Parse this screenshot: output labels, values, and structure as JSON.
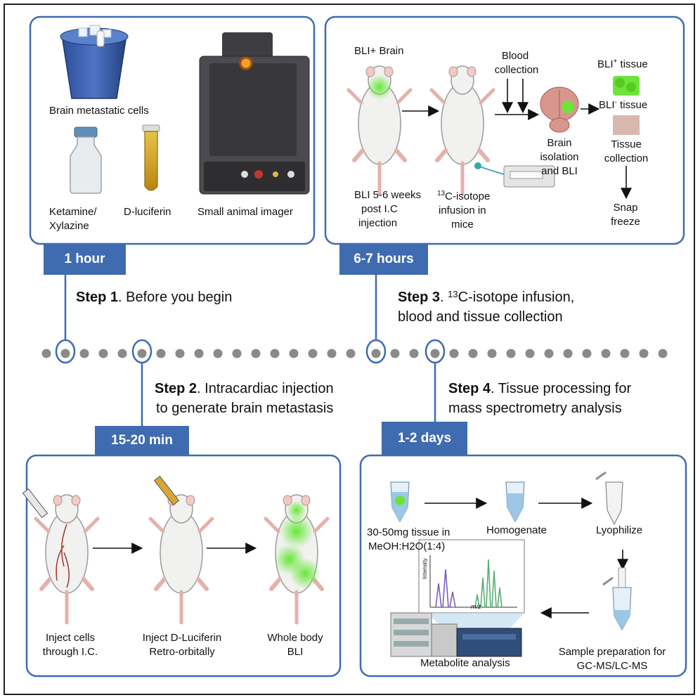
{
  "panel1": {
    "label_cells": "Brain metastatic cells",
    "label_ketamine_1": "Ketamine/",
    "label_ketamine_2": "Xylazine",
    "label_luciferin": "D-luciferin",
    "label_imager": "Small animal imager",
    "duration": "1 hour"
  },
  "panel2": {
    "label_bli_brain": "BLI+ Brain",
    "label_bli_weeks_1": "BLI 5-6 weeks",
    "label_bli_weeks_2": "post I.C",
    "label_bli_weeks_3": "injection",
    "label_blood_1": "Blood",
    "label_blood_2": "collection",
    "label_isotope_sup": "13",
    "label_isotope_1": "C-isotope",
    "label_isotope_2": "infusion in",
    "label_isotope_3": "mice",
    "label_brain_1": "Brain",
    "label_brain_2": "isolation",
    "label_brain_3": "and BLI",
    "label_bli_pos": "BLI",
    "label_bli_pos_sup": "+",
    "label_bli_pos_rest": " tissue",
    "label_bli_neg": "BLI",
    "label_bli_neg_sup": "-",
    "label_bli_neg_rest": " tissue",
    "label_tissue_1": "Tissue",
    "label_tissue_2": "collection",
    "label_snap_1": "Snap",
    "label_snap_2": "freeze",
    "duration": "6-7 hours"
  },
  "steps": {
    "s1_bold": "Step 1",
    "s1_text": ". Before you begin",
    "s2_bold": "Step 2",
    "s2_text_1": ". Intracardiac injection",
    "s2_text_2": "to generate brain metastasis",
    "s3_bold": "Step 3",
    "s3_text_1a": ". ",
    "s3_sup": "13",
    "s3_text_1b": "C-isotope infusion,",
    "s3_text_2": "blood and tissue collection",
    "s4_bold": "Step 4",
    "s4_text_1": ". Tissue processing for",
    "s4_text_2": "mass spectrometry analysis"
  },
  "panel3": {
    "duration": "15-20 min",
    "label_inject_1": "Inject cells",
    "label_inject_2": "through I.C.",
    "label_luc_1": "Inject D-Luciferin",
    "label_luc_2": "Retro-orbitally",
    "label_whole_1": "Whole body",
    "label_whole_2": "BLI"
  },
  "panel4": {
    "duration": "1-2 days",
    "label_tissue_1": "30-50mg tissue in",
    "label_tissue_2": "MeOH:H2O(1:4)",
    "label_homog": "Homogenate",
    "label_lyoph": "Lyophilize",
    "label_sample_1": "Sample preparation for",
    "label_sample_2": "GC-MS/LC-MS",
    "label_metab": "Metabolite analysis",
    "spectrum_ylabel": "Intensity",
    "spectrum_xlabel": "m/z"
  },
  "colors": {
    "accent": "#3f6bb0",
    "dots": "#8a8a8a",
    "glow": "#5ee82e"
  }
}
